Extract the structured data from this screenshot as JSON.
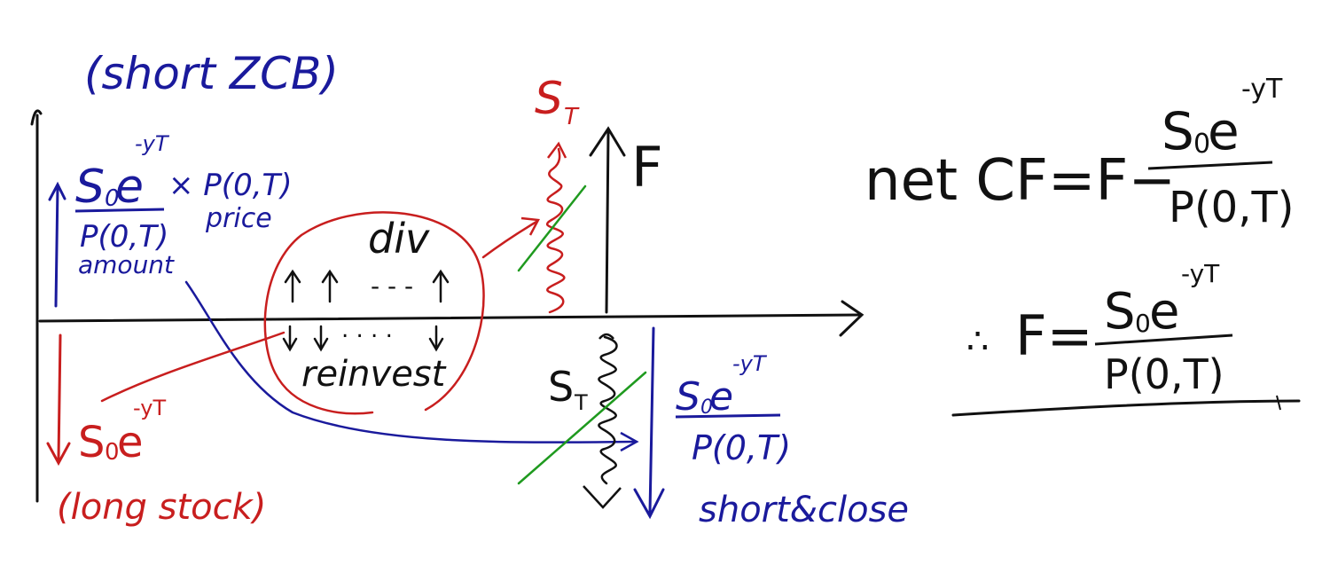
{
  "colors": {
    "blue": "#1a1a9c",
    "red": "#c81e1e",
    "green": "#1f9a1f",
    "black": "#111111"
  },
  "labels": {
    "short_zcb": "(short ZCB)",
    "amount_S": "S",
    "amount_sub": "0",
    "amount_exp": "-yT",
    "amount_den": "P(0,T)",
    "times_price": "× P(0,T)",
    "amount": "amount",
    "price": "price",
    "div": "div",
    "dots_up": "- - -",
    "dots_down": ". . . .",
    "reinvest": "reinvest",
    "S_T_top": "S",
    "S_T_top_sub": "T",
    "F": "F",
    "S_T_bottom": "S",
    "S_T_bottom_sub": "T",
    "long_S": "S",
    "long_sub": "0",
    "long_exp": "-yT",
    "long_stock": "(long stock)",
    "close_S": "S",
    "close_sub": "0",
    "close_exp": "-yT",
    "close_den": "P(0,T)",
    "short_close": "short&close",
    "net_cf": "net CF=F−",
    "net_S": "S",
    "net_sub": "0",
    "net_exp": "-yT",
    "net_den": "P(0,T)",
    "therefore": "∴",
    "F_eq": "F=",
    "res_S": "S",
    "res_sub": "0",
    "res_exp": "-yT",
    "res_den": "P(0,T)"
  }
}
